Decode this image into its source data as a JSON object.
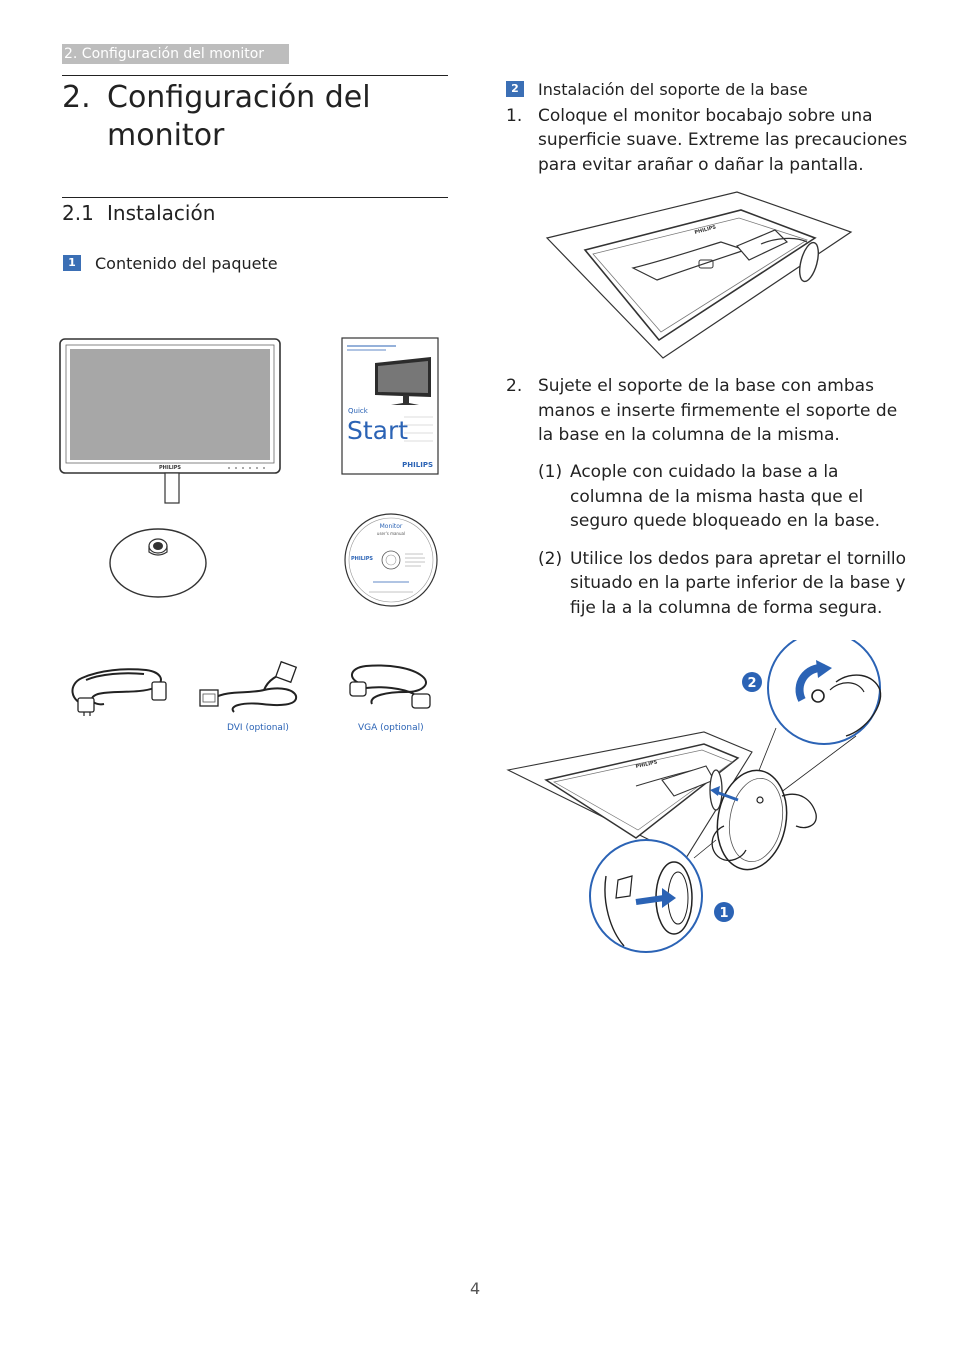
{
  "header": {
    "running_title": "2. Configuración del monitor"
  },
  "chapter": {
    "number": "2.",
    "title_line1": "Configuración del",
    "title_line2": "monitor"
  },
  "section": {
    "number": "2.1",
    "title": "Instalación"
  },
  "subsection1": {
    "badge": "1",
    "title": "Contenido del paquete"
  },
  "package_images": {
    "monitor_brand": "PHILIPS",
    "quickstart_small": "Quick",
    "quickstart_big": "Start",
    "quickstart_brand": "PHILIPS",
    "cd_label": "Monitor",
    "cd_sub": "user's manual",
    "cd_brand": "PHILIPS",
    "dvi_caption": "DVI (optional)",
    "vga_caption": "VGA (optional)"
  },
  "subsection2": {
    "badge": "2",
    "title": "Instalación del soporte de la base",
    "step1_num": "1.",
    "step1_lines": [
      "Coloque el monitor bocabajo sobre una",
      "superficie suave. Extreme las precauciones",
      "para evitar arañar o dañar la pantalla."
    ],
    "step2_num": "2.",
    "step2_lines": [
      "Sujete el soporte de la base con ambas",
      "manos e inserte firmemente el soporte de",
      "la base en la columna de la misma."
    ],
    "sub1_num": "(1)",
    "sub1_lines": [
      "Acople con cuidado la base a la",
      "columna de la misma hasta que el",
      "seguro quede bloqueado en la base."
    ],
    "sub2_num": "(2)",
    "sub2_lines": [
      "Utilice los dedos para apretar el tornillo",
      "situado en la parte inferior de la base y",
      "fije la a la columna de forma segura."
    ]
  },
  "figure_labels": {
    "callout_1": "1",
    "callout_2": "2",
    "back_brand": "PHILIPS"
  },
  "footer": {
    "page": "4"
  },
  "colors": {
    "accent": "#3b6fb5",
    "tab_gray": "#bdbdbd"
  }
}
